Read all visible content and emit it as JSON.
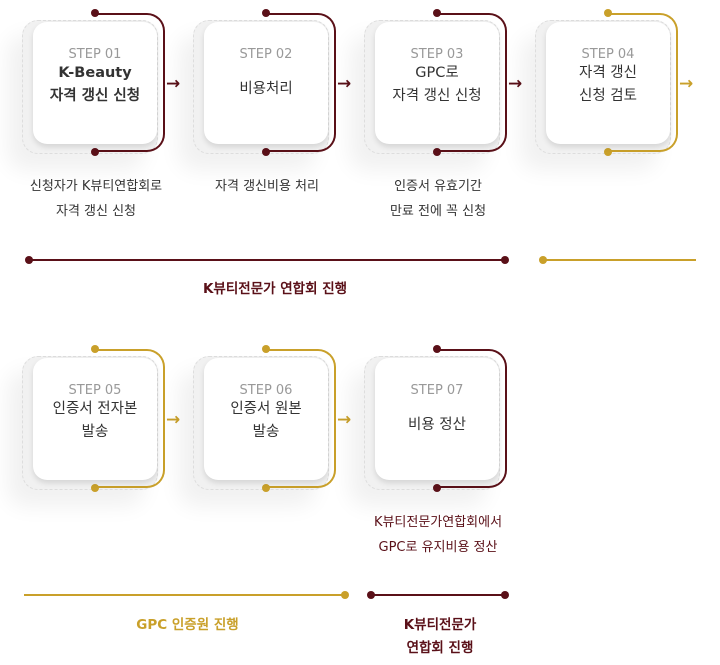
{
  "colors": {
    "maroon": "#5a1018",
    "gold": "#c9a02a"
  },
  "steps": [
    {
      "label": "STEP 01",
      "title": [
        "K-Beauty",
        "자격 갱신 신청"
      ],
      "color": "maroon"
    },
    {
      "label": "STEP 02",
      "title": [
        "비용처리"
      ],
      "color": "maroon"
    },
    {
      "label": "STEP 03",
      "title": [
        "GPC로",
        "자격 갱신 신청"
      ],
      "color": "maroon"
    },
    {
      "label": "STEP 04",
      "title": [
        "자격 갱신",
        "신청 검토"
      ],
      "color": "gold"
    },
    {
      "label": "STEP 05",
      "title": [
        "인증서 전자본",
        "발송"
      ],
      "color": "gold"
    },
    {
      "label": "STEP 06",
      "title": [
        "인증서 원본",
        "발송"
      ],
      "color": "gold"
    },
    {
      "label": "STEP 07",
      "title": [
        "비용 정산"
      ],
      "color": "maroon"
    }
  ],
  "descriptions": {
    "step1": [
      "신청자가 K뷰티연합회로",
      "자격 갱신 신청"
    ],
    "step2": [
      "자격 갱신비용 처리"
    ],
    "step3": [
      "인증서 유효기간",
      "만료 전에 꼭 신청"
    ],
    "step7": [
      "K뷰티전문가연합회에서",
      "GPC로 유지비용 정산"
    ]
  },
  "timeline": {
    "row1_maroon": "K뷰티전문가 연합회 진행",
    "row2_gold": "GPC 인증원 진행",
    "row2_maroon": [
      "K뷰티전문가",
      "연합회 진행"
    ]
  }
}
